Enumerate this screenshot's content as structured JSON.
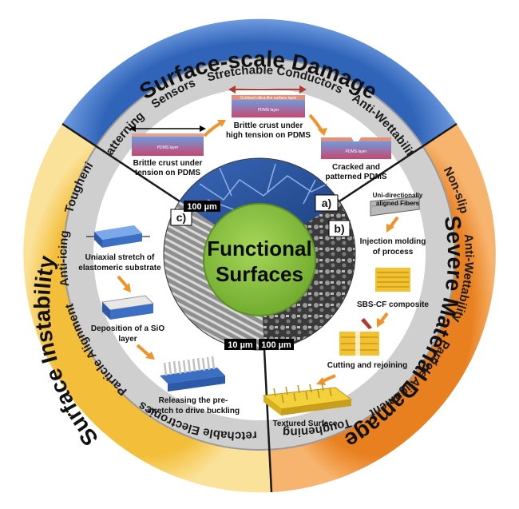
{
  "center": {
    "line1": "Functional",
    "line2": "Surfaces"
  },
  "sectors": {
    "a": {
      "title": "Surface-scale Damage",
      "apps": [
        "Patterning",
        "Sensors",
        "Stretchable Conductors",
        "Anti-Wettability"
      ],
      "panel_label": "a)",
      "scale_bar": "100 µm",
      "steps": [
        {
          "l1": "Brittle crust under",
          "l2": "tension on PDMS"
        },
        {
          "l1": "Brittle crust under",
          "l2": "high tension on PDMS"
        },
        {
          "l1": "Cracked and",
          "l2": "patterned PDMS"
        }
      ],
      "layer_label": "PDMS layer",
      "crust_label": "Oxidized silica-like surface layer",
      "colors": {
        "ring": "#3f76c8",
        "ring_light": "#6f9be0"
      }
    },
    "b": {
      "title": "Severe Material Damage",
      "apps": [
        "Non-slip",
        "Anti-Wettability",
        "Particle Alignment",
        "Toughening"
      ],
      "panel_label": "b)",
      "scale_bar": "100 µm",
      "steps": [
        {
          "l1": "Uni-directionally",
          "l2": "aligned Fibers"
        },
        {
          "l1": "Injection molding",
          "l2": "of process"
        },
        {
          "l1": "SBS-CF composite",
          "l2": ""
        },
        {
          "l1": "Cutting and rejoining",
          "l2": ""
        },
        {
          "l1": "Textured Surface",
          "l2": ""
        }
      ],
      "colors": {
        "ring": "#ee8a2a",
        "ring_light": "#f6b06a"
      }
    },
    "c": {
      "title": "Surface Instability",
      "apps": [
        "Toughening",
        "Anti-icing",
        "Particle Alignment",
        "Stretchable Electronics"
      ],
      "panel_label": "c)",
      "scale_bar": "10 µm",
      "steps": [
        {
          "l1": "Uniaxial stretch of",
          "l2": "elastomeric substrate"
        },
        {
          "l1": "Deposition of a SiO",
          "l2": "layer"
        },
        {
          "l1": "Releasing the pre-",
          "l2": "stretch to drive buckling"
        }
      ],
      "colors": {
        "ring": "#f5c64a",
        "ring_light": "#fbe08d"
      }
    }
  },
  "colors": {
    "center_fill": "#8cc63f",
    "app_ring": "#c9c9c9",
    "arrow": "#f0932b"
  }
}
